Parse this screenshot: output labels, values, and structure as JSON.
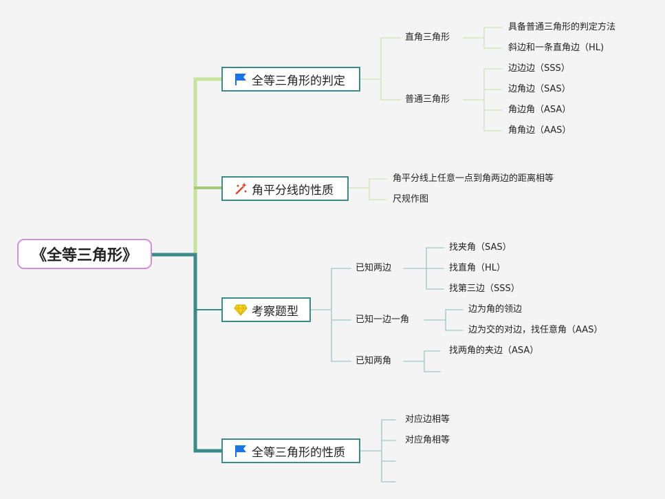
{
  "root": {
    "title": "《全等三角形》"
  },
  "branches": [
    {
      "title": "全等三角形的判定",
      "icon": "blue-flag-icon",
      "children": [
        {
          "label": "直角三角形",
          "children": [
            "具备普通三角形的判定方法",
            "斜边和一条直角边（HL)"
          ]
        },
        {
          "label": "普通三角形",
          "children": [
            "边边边（SSS）",
            "边角边（SAS）",
            "角边角（ASA）",
            "角角边（AAS）"
          ]
        }
      ]
    },
    {
      "title": "角平分线的性质",
      "icon": "magic-wand-icon",
      "children": [
        "角平分线上任意一点到角两边的距离相等",
        "尺规作图"
      ]
    },
    {
      "title": "考察题型",
      "icon": "diamond-icon",
      "children": [
        {
          "label": "已知两边",
          "children": [
            "找夹角（SAS）",
            "找直角（HL）",
            "找第三边（SSS）"
          ]
        },
        {
          "label": "已知一边一角",
          "children": [
            "边为角的领边",
            "边为交的对边，找任意角（AAS）"
          ]
        },
        {
          "label": "已知两角",
          "children": [
            "找两角的夹边（ASA）"
          ]
        }
      ]
    },
    {
      "title": "全等三角形的性质",
      "icon": "blue-flag-icon",
      "children": [
        "对应边相等",
        "对应角相等"
      ]
    }
  ],
  "colors": {
    "root_border": "#d48fdb",
    "branch_border": "#3a8a8a",
    "trunk": "#3a8a8a",
    "green_light": "#c5e39a",
    "green_mid": "#a4cc74",
    "line_light_green": "#cde4b0",
    "line_teal": "#9cc7c3",
    "flag_blue": "#1a74e8"
  }
}
